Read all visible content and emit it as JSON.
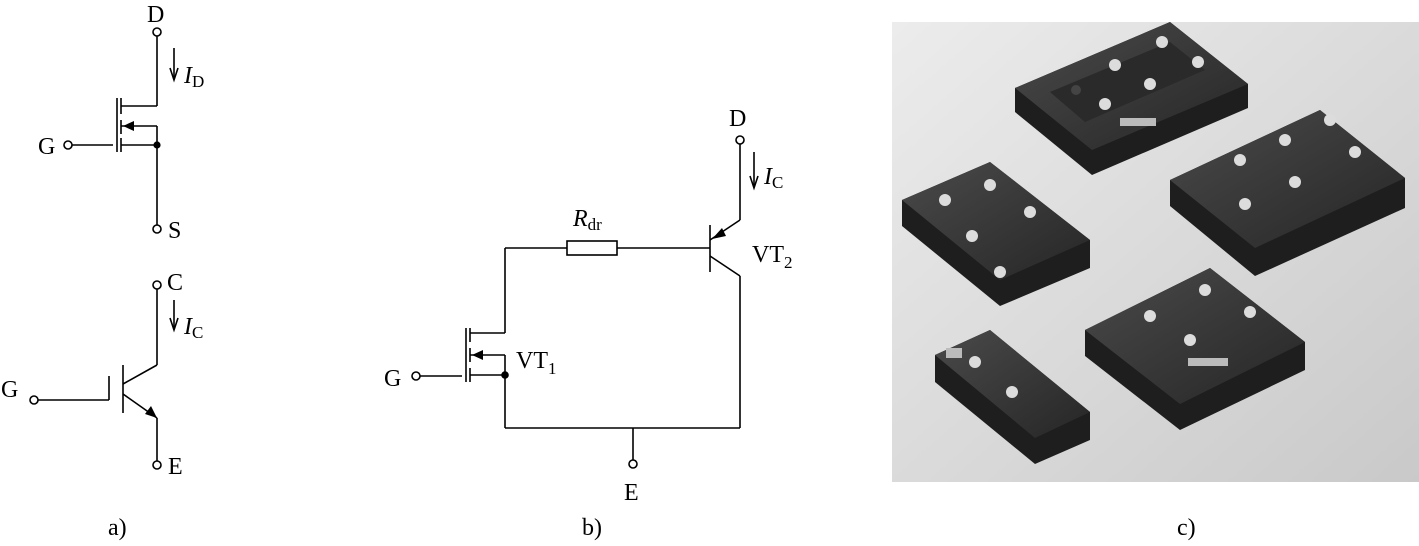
{
  "panel_a": {
    "mosfet": {
      "drain": "D",
      "gate": "G",
      "source": "S",
      "current_symbol": "I",
      "current_sub": "D"
    },
    "igbt": {
      "collector": "C",
      "gate": "G",
      "emitter": "E",
      "current_symbol": "I",
      "current_sub": "C"
    },
    "caption": "a)"
  },
  "panel_b": {
    "drain": "D",
    "gate": "G",
    "emitter": "E",
    "current_symbol": "I",
    "current_sub": "C",
    "resistor_symbol": "R",
    "resistor_sub": "dr",
    "vt1_label": "VT",
    "vt1_sub": "1",
    "vt2_label": "VT",
    "vt2_sub": "2",
    "caption": "b)"
  },
  "panel_c": {
    "caption": "c)"
  },
  "colors": {
    "line": "#000000",
    "photo_bg_light": "#e6e6e6",
    "photo_bg_dark": "#c7c7c7",
    "module_body": "#2e2e2e",
    "module_top": "#3a3a3a",
    "terminal": "#d9d9d9"
  }
}
